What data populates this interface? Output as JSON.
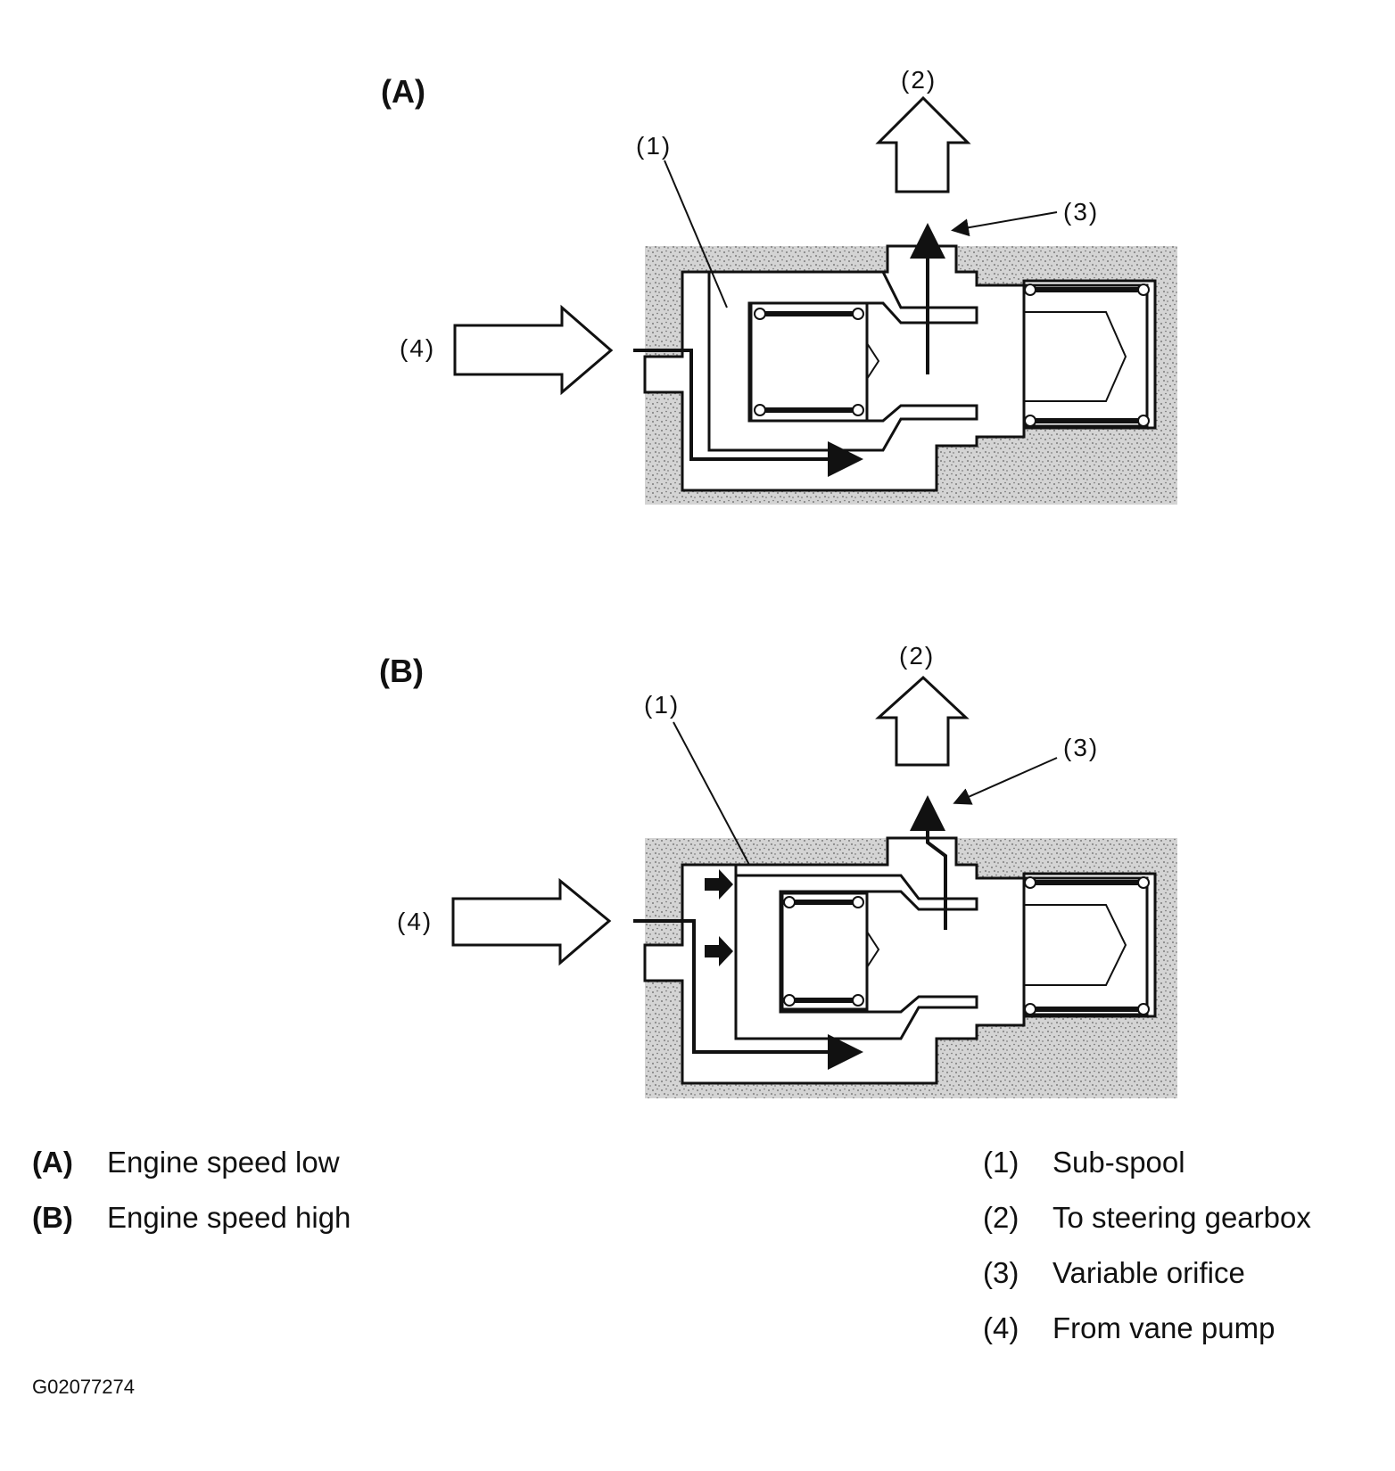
{
  "diagram_a": {
    "panel_label": "(A)",
    "callouts": {
      "c1": "(1)",
      "c2": "(2)",
      "c3": "(3)",
      "c4": "(4)"
    }
  },
  "diagram_b": {
    "panel_label": "(B)",
    "callouts": {
      "c1": "(1)",
      "c2": "(2)",
      "c3": "(3)",
      "c4": "(4)"
    }
  },
  "legend_left": [
    {
      "key": "(A)",
      "text": "Engine speed low"
    },
    {
      "key": "(B)",
      "text": "Engine speed high"
    }
  ],
  "legend_right": [
    {
      "key": "(1)",
      "text": "Sub-spool"
    },
    {
      "key": "(2)",
      "text": "To steering gearbox"
    },
    {
      "key": "(3)",
      "text": "Variable orifice"
    },
    {
      "key": "(4)",
      "text": "From vane pump"
    }
  ],
  "figure_id": "G02077274",
  "colors": {
    "ink": "#111111",
    "housing": "#c9c9c9",
    "housing_speckle": "#8a8a8a",
    "background": "#ffffff"
  }
}
